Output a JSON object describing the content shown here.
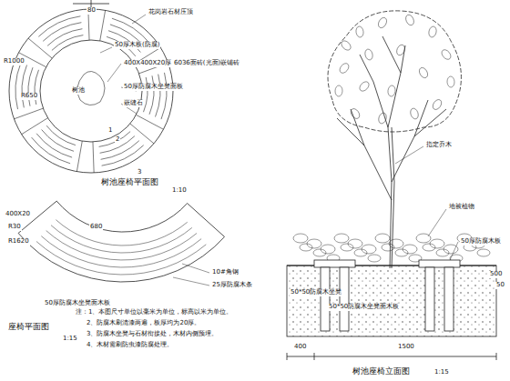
{
  "diagram": {
    "labels": [
      "80",
      "R1000",
      "R650",
      "花岗岩石材压顶",
      "50厚木板(防腐)",
      "400X400X20厚",
      "6036面砖(光面)嵌铺砖",
      "50厚防腐木坐凳面板",
      "嵌缝石",
      "树池",
      "1",
      "2",
      "3",
      "树池座椅平面图",
      "1:10",
      "400X20",
      "R30",
      "R1620",
      "680",
      "10#角钢",
      "25厚防腐木条",
      "50厚防腐木坐凳面木板",
      "座椅平面图",
      "1:15",
      "注：1、本图尺寸单位以毫米为单位，标高以米为单位。",
      "2、防腐木刷清漆两遍，板厚均为20厚。",
      "3、防腐木坐凳与石材衔接处，木材内侧预埋。",
      "4、木材需刷防虫漆防腐处理。",
      "指定乔木",
      "地被植物",
      "50厚防腐木板",
      "500",
      "50",
      "50*50防腐木坐凳",
      "50*50防腐木坐凳面木板",
      "400",
      "1500",
      "树池座椅立面图",
      "1:15"
    ]
  }
}
